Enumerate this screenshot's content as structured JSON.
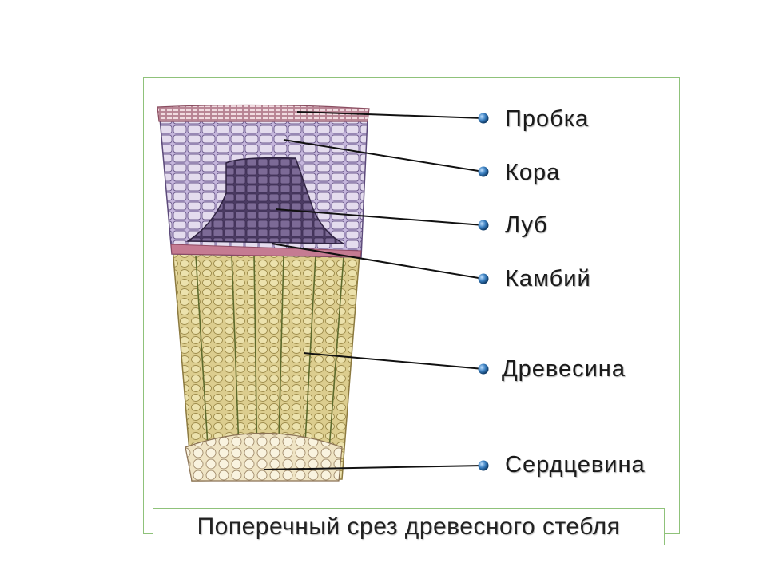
{
  "labels": [
    {
      "id": "cork",
      "text": "Пробка"
    },
    {
      "id": "bark",
      "text": "Кора"
    },
    {
      "id": "phloem",
      "text": "Луб"
    },
    {
      "id": "cambium",
      "text": "Камбий"
    },
    {
      "id": "wood",
      "text": "Древесина"
    },
    {
      "id": "pith",
      "text": "Сердцевина"
    }
  ],
  "caption": "Поперечный срез древесного стебля",
  "colors": {
    "frame": "#8fc27a",
    "cork": "#d9a6b5",
    "bark": "#b7a6d0",
    "phloem": "#5b4a72",
    "cambium": "#c57b92",
    "wood": "#d8c98a",
    "marker": "#3a7fc0"
  }
}
